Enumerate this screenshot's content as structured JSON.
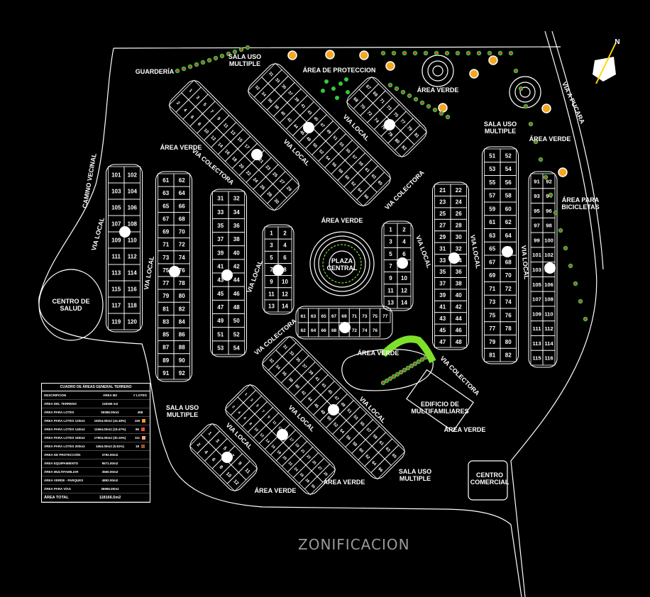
{
  "title": "ZONIFICACION",
  "north_label": "N",
  "labels": {
    "guarderia": "GUARDERÍA",
    "sala_uso_nw": "SALA USO\nMULTIPLE",
    "area_proteccion": "ÁREA DE PROTECCION",
    "area_verde_ne1": "ÁREA VERDE",
    "sala_uso_ne": "SALA USO\nMULTIPLE",
    "area_verde_ne2": "ÁREA VERDE",
    "via_a": "VIA A PUCARA",
    "area_bicicletas": "ÁREA PARA\nBICICLETAS",
    "area_verde_nw": "ÁREA VERDE",
    "via_colectora_nw": "VIA COLECTORA",
    "via_local_n1": "VIA LOCAL",
    "via_local_n2": "VIA LOCAL",
    "via_colectora_ne": "VIA COLECTORA",
    "area_verde_center_n": "ÁREA VERDE",
    "camino_vecinal": "CAMINO VECINAL",
    "via_local_w1": "VIA LOCAL",
    "centro_salud": "CENTRO DE\nSALUD",
    "via_local_w2": "VIA LOCAL",
    "via_local_w3": "VIA LOCAL",
    "plaza_central": "PLAZA\nCENTRAL",
    "via_local_e1": "VIA LOCAL",
    "via_local_e2": "VIA LOCAL",
    "via_local_e3": "VIA LOCAL",
    "via_colectora_sw": "VIA COLECTORA",
    "area_verde_se1": "ÁREA VERDE",
    "via_colectora_se": "VIA COLECTORA",
    "edificio_multifamiliares": "EDIFICIO DE\nMULTIFAMILIARES",
    "area_verde_se2": "ÁREA VERDE",
    "sala_uso_sw": "SALA USO\nMULTIPLE",
    "via_local_s1": "VIA LOCAL",
    "via_local_s2": "VIA LOCAL",
    "via_local_s3": "VIA LOCAL",
    "sala_uso_s": "SALA USO\nMULTIPLE",
    "centro_comercial": "CENTRO\nCOMERCIAL",
    "area_verde_s1": "ÁREA VERDE",
    "area_verde_s2": "ÁREA VERDE"
  },
  "lots": {
    "nw_diag": {
      "from": 1,
      "to": 30
    },
    "n_diag": {
      "from": 31,
      "to": 66
    },
    "ne_diag": {
      "from": 67,
      "to": 82
    },
    "w_arc1": {
      "from": 101,
      "to": 120
    },
    "w_arc2": {
      "from": 61,
      "to": 92
    },
    "w_arc3": {
      "from": 31,
      "to": 54
    },
    "w_arc4": {
      "from": 1,
      "to": 14
    },
    "e_arc1": {
      "from": 1,
      "to": 14
    },
    "e_arc2": {
      "from": 21,
      "to": 48
    },
    "e_arc3": {
      "from": 51,
      "to": 82
    },
    "e_arc4": {
      "from": 91,
      "to": 116
    },
    "s_arc": {
      "from": 61,
      "to": 77
    },
    "se_diag": {
      "from": 31,
      "to": 66
    },
    "sw_diag": {
      "from": 1,
      "to": 30
    },
    "sw_small": {
      "from": 1,
      "to": 12
    }
  },
  "table": {
    "title": "CUADRO DE ÁREAS GENERAL TERRENO",
    "headers": [
      "DESCRIPCION",
      "ÁREA M2",
      "# LOTES"
    ],
    "rows": [
      {
        "desc": "ÁREA DEL TERRENO",
        "area": "118166 m2",
        "lots": ""
      },
      {
        "desc": "ÁREA PARA LOTES",
        "area": "59386.00m2",
        "lots": "458"
      },
      {
        "desc": "ÁREA PARA LOTES 120m2",
        "area": "19254.00m2 (44.48%)",
        "lots": "150",
        "color": "#f39c12"
      },
      {
        "desc": "ÁREA PARA LOTES 140m2",
        "area": "11564.00m2 (19.47%)",
        "lots": "86",
        "color": "#e74c3c"
      },
      {
        "desc": "ÁREA PARA LOTES 160m2",
        "area": "17904.00m2 (30.15%)",
        "lots": "111",
        "color": "#f5a37a"
      },
      {
        "desc": "ÁREA PARA LOTES 200m2",
        "area": "3454.00m2 (5.81%)",
        "lots": "18",
        "color": "#a0522d"
      },
      {
        "desc": "ÁREA DE PROTECCIÓN",
        "area": "3792.00m2",
        "lots": ""
      },
      {
        "desc": "ÁREA EQUIPAMIENTO",
        "area": "9571.00m2",
        "lots": ""
      },
      {
        "desc": "ÁREA MULTIFAMILIAR",
        "area": "3560.00m2",
        "lots": ""
      },
      {
        "desc": "ÁREA VERDE - PARQUES",
        "area": "4892.00m2",
        "lots": ""
      },
      {
        "desc": "ÁREA PARA VÍAS",
        "area": "36965.00m2",
        "lots": ""
      }
    ],
    "total_label": "ÁREA TOTAL",
    "total_value": "118166.5m2"
  }
}
